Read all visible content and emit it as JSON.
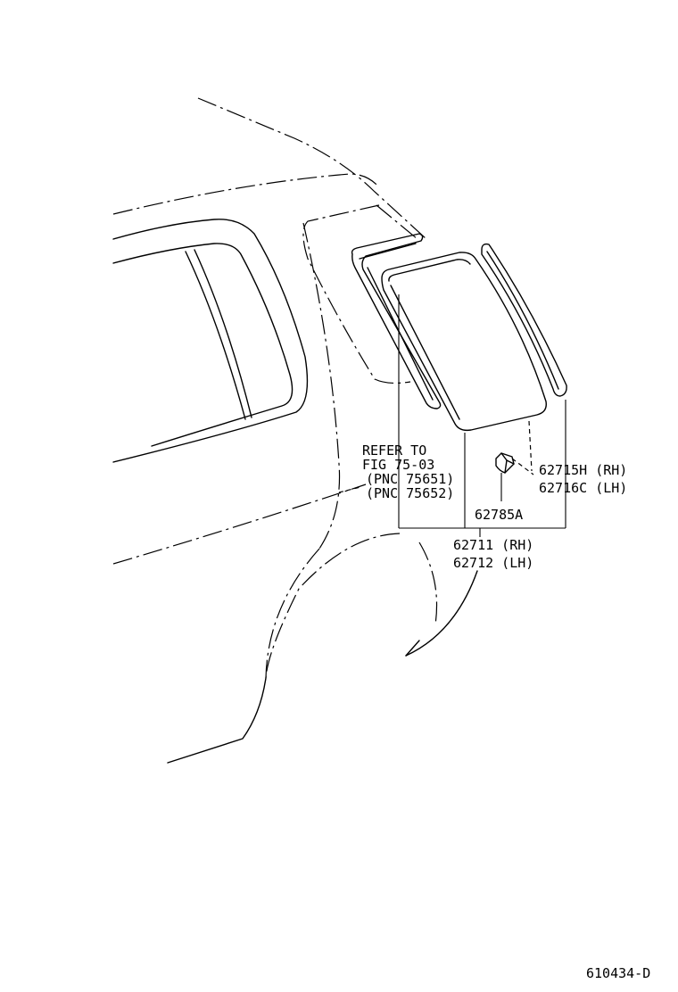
{
  "refer_note": [
    "REFER TO",
    "FIG 75-03",
    "(PNC 75651)",
    "(PNC 75652)"
  ],
  "parts": {
    "p62715": [
      "62715H (RH)",
      "62716C (LH)"
    ],
    "p62785": "62785A",
    "p62711": [
      "62711 (RH)",
      "62712 (LH)"
    ]
  },
  "figure_id": "610434-D"
}
